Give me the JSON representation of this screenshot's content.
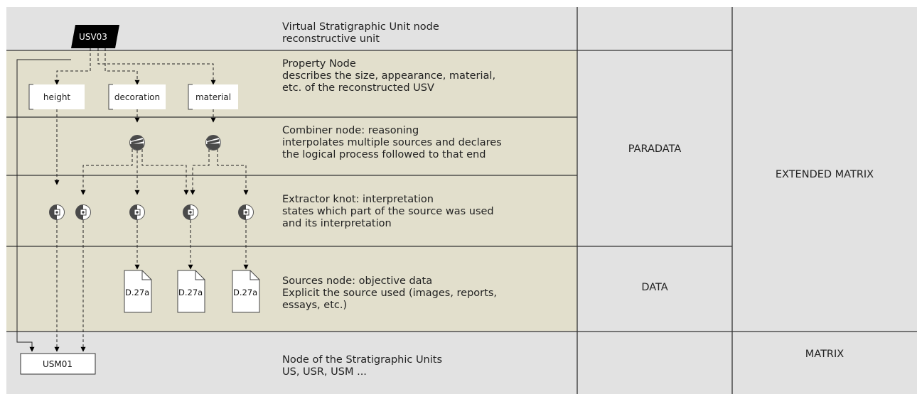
{
  "rows": [
    {
      "id": "usv",
      "lines": [
        "Virtual Stratigraphic Unit node",
        "reconstructive unit"
      ]
    },
    {
      "id": "property",
      "lines": [
        "Property Node",
        "describes the size, appearance, material,",
        "etc. of the reconstructed USV"
      ]
    },
    {
      "id": "combiner",
      "lines": [
        "Combiner node: reasoning",
        "interpolates multiple sources and declares",
        "the logical process followed to that end"
      ]
    },
    {
      "id": "extractor",
      "lines": [
        "Extractor knot: interpretation",
        "states which part of the source was used",
        "and its interpretation"
      ]
    },
    {
      "id": "sources",
      "lines": [
        "Sources node: objective data",
        "Explicit the source used (images, reports,",
        "essays, etc.)"
      ]
    },
    {
      "id": "su",
      "lines": [
        "Node of the Stratigraphic Units",
        "US, USR, USM ..."
      ]
    }
  ],
  "zones": {
    "paradata": "PARADATA",
    "data": "DATA",
    "extended_matrix": "EXTENDED MATRIX",
    "matrix": "MATRIX"
  },
  "nodes": {
    "usv": "USV03",
    "properties": [
      "height",
      "decoration",
      "material"
    ],
    "documents": [
      "D.27a",
      "D.27a",
      "D.27a"
    ],
    "usm": "USM01"
  },
  "colors": {
    "olive_band": "#e2dfcc",
    "grey_band": "#e2e2e2",
    "border": "#333333",
    "usv_fill": "#000000",
    "node_fill": "#ffffff"
  }
}
